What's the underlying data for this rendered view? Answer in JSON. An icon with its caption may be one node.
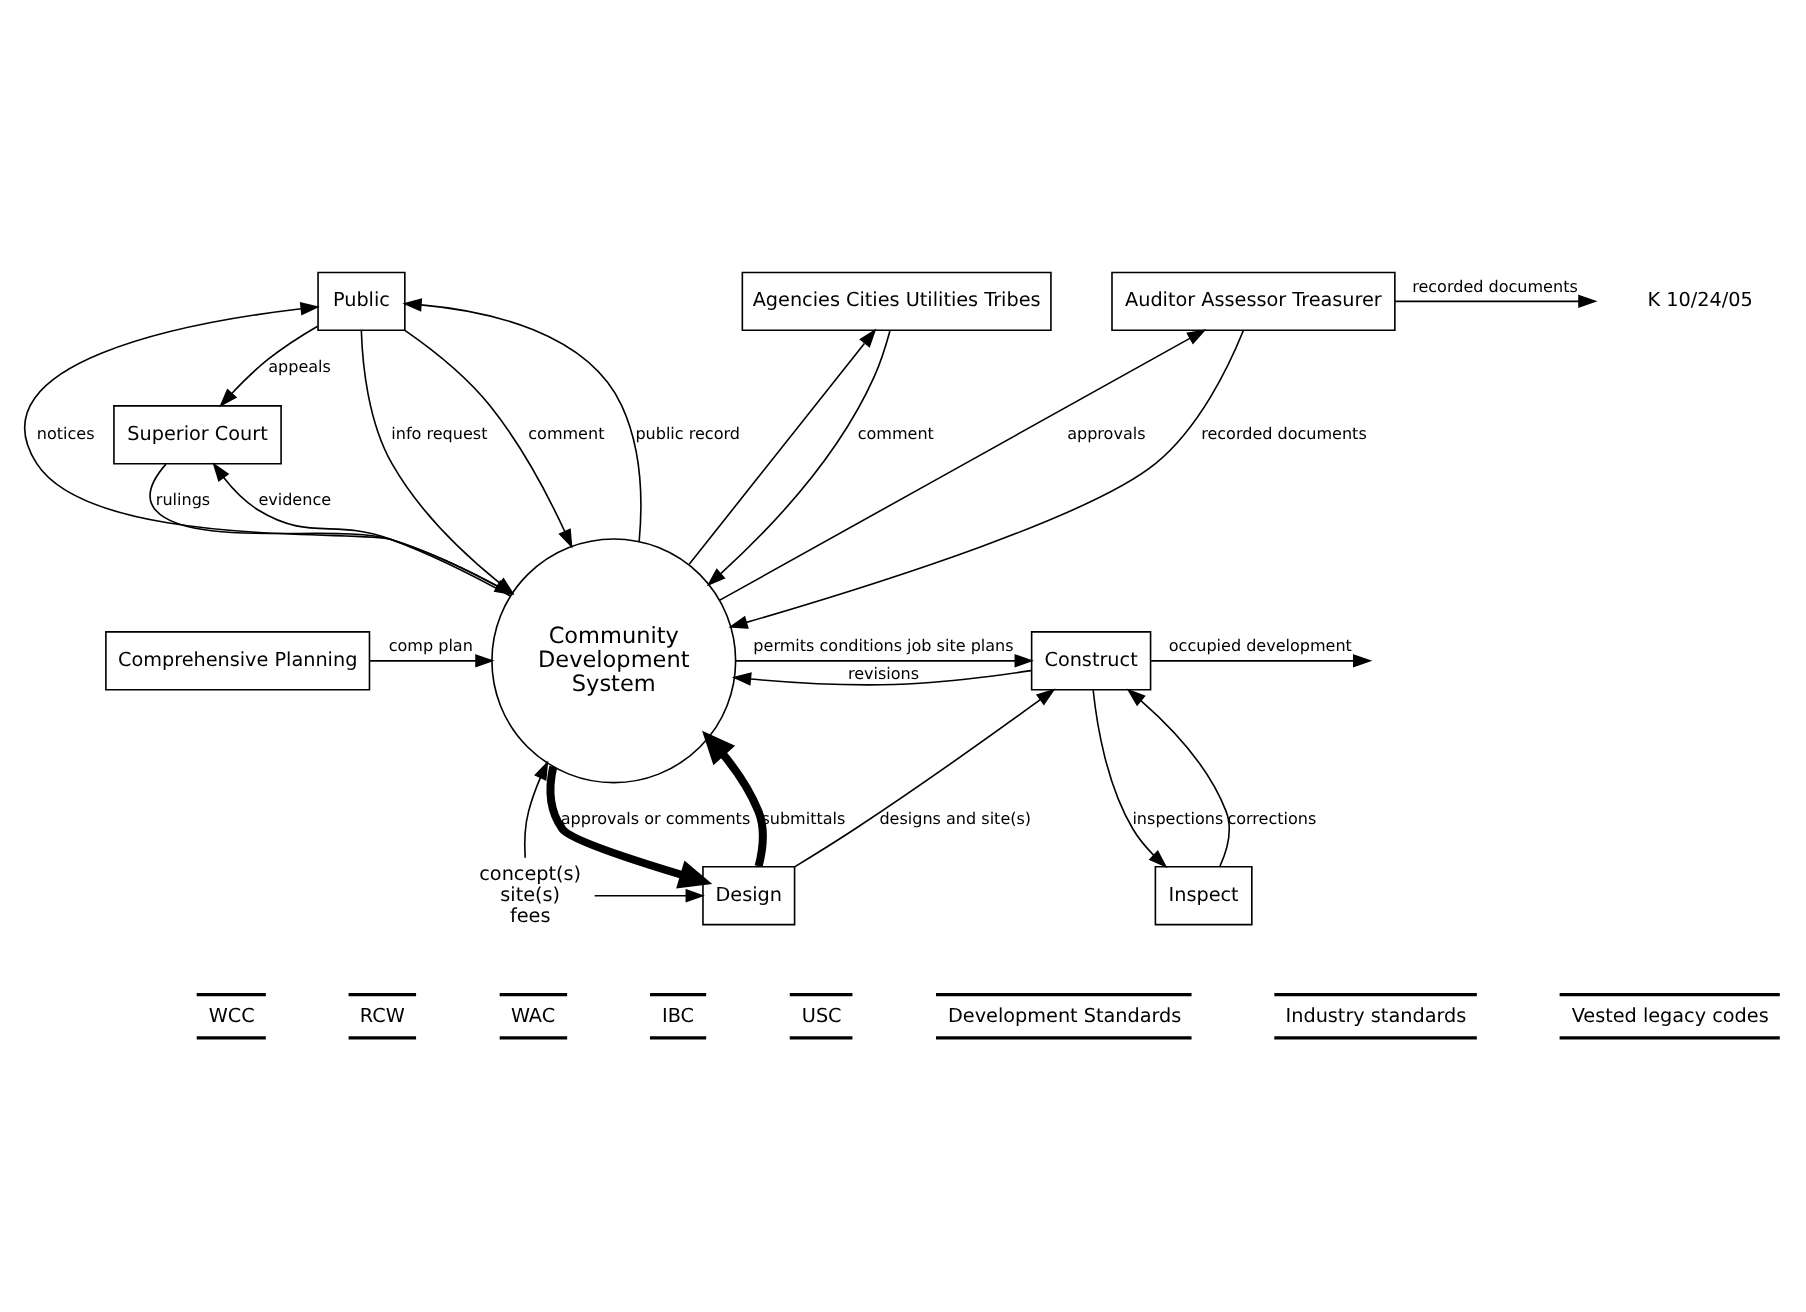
{
  "diagram": {
    "nodes": [
      {
        "text": [
          "Public"
        ]
      },
      {
        "text": [
          "Agencies Cities Utilities Tribes"
        ]
      },
      {
        "text": [
          "Auditor Assessor Treasurer"
        ]
      },
      {
        "text": [
          "Superior Court"
        ]
      },
      {
        "text": [
          "Comprehensive Planning"
        ]
      },
      {
        "text": [
          "Community Development System"
        ]
      },
      {
        "text": [
          "Construct"
        ]
      },
      {
        "text": [
          "Inspect"
        ]
      },
      {
        "text": [
          "concept(s) site(s) fees"
        ]
      },
      {
        "text": [
          "Design"
        ]
      },
      {
        "text": [
          "WCC"
        ]
      },
      {
        "text": [
          "RCW"
        ]
      },
      {
        "text": [
          "WAC"
        ]
      },
      {
        "text": [
          "IBC"
        ]
      },
      {
        "text": [
          "USC"
        ]
      },
      {
        "text": [
          "Development Standards"
        ]
      },
      {
        "text": [
          "Industry standards"
        ]
      },
      {
        "text": [
          "Vested legacy codes"
        ]
      }
    ],
    "edges": [
      {
        "from": 0,
        "to": 3,
        "arrow": "to",
        "label": "appeals"
      },
      {
        "from": 5,
        "to": 0,
        "arrow": "to",
        "label": "public record"
      },
      {
        "from": 0,
        "to": 5,
        "arrow": "to",
        "label": "info request"
      },
      {
        "from": 0,
        "to": 5,
        "arrow": "to",
        "label": "comment"
      },
      {
        "from": 5,
        "to": 0,
        "arrow": "to",
        "label": "notices"
      },
      {
        "from": 5,
        "to": 1,
        "arrow": "to"
      },
      {
        "from": 1,
        "to": 5,
        "arrow": "to",
        "label": "comment"
      },
      {
        "from": 5,
        "to": 2,
        "arrow": "to",
        "label": "approvals"
      },
      {
        "from": 2,
        "to": 5,
        "arrow": "to",
        "label": "recorded documents"
      },
      {
        "from": 2,
        "to": null,
        "arrow": "to",
        "label": "recorded documents"
      },
      {
        "from": 3,
        "to": 5,
        "arrow": "to",
        "label": "rulings"
      },
      {
        "from": 5,
        "to": 3,
        "arrow": "to",
        "label": "evidence"
      },
      {
        "from": 4,
        "to": 5,
        "arrow": "to",
        "label": "comp plan"
      },
      {
        "from": 8,
        "to": 5,
        "arrow": "to"
      },
      {
        "from": 8,
        "to": 9,
        "arrow": "to"
      },
      {
        "from": 5,
        "to": 6,
        "arrow": "to",
        "label": "permits conditions job site plans"
      },
      {
        "from": 6,
        "to": 5,
        "arrow": "to",
        "label": "revisions"
      },
      {
        "from": 6,
        "to": null,
        "arrow": "to",
        "label": "occupied development"
      },
      {
        "from": 6,
        "to": 7,
        "arrow": "to",
        "label": "inspections"
      },
      {
        "from": 7,
        "to": 6,
        "arrow": "to",
        "label": "corrections"
      },
      {
        "from": 9,
        "to": 5,
        "arrow": "to",
        "label": "submittals",
        "style": "thick"
      },
      {
        "from": 5,
        "to": 9,
        "arrow": "to",
        "label": "approvals or comments",
        "style": "thick"
      },
      {
        "from": 9,
        "to": 6,
        "arrow": "to",
        "label": "designs and site(s)"
      }
    ],
    "labels": [
      "K 10/24/05"
    ]
  }
}
